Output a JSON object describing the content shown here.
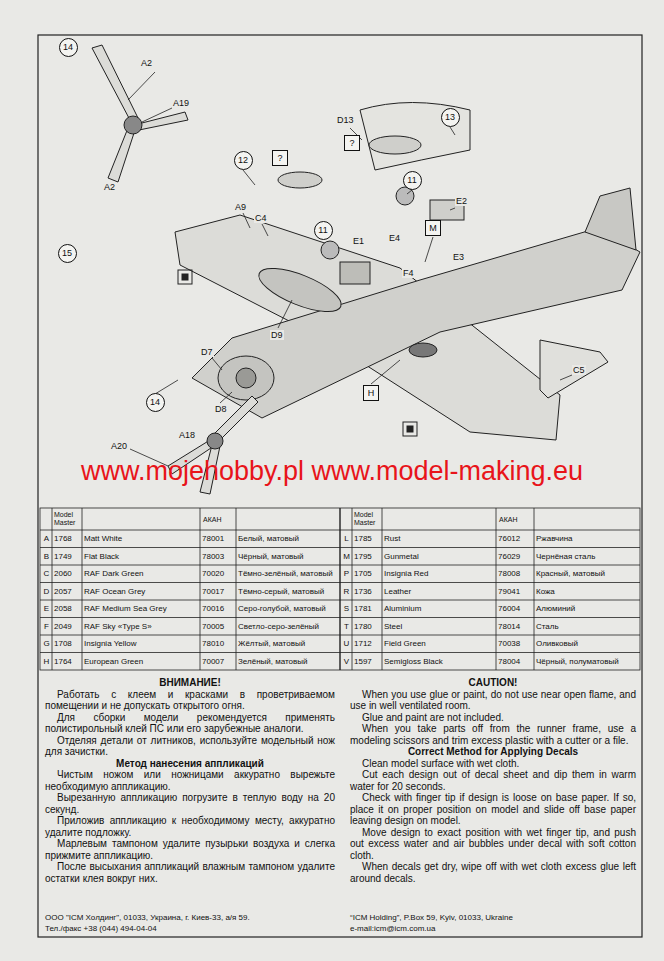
{
  "diagram": {
    "nodes": [
      {
        "text": [
          "14"
        ]
      },
      {
        "text": [
          "13"
        ]
      },
      {
        "text": [
          "?"
        ]
      },
      {
        "text": [
          "12"
        ]
      },
      {
        "text": [
          "?"
        ]
      },
      {
        "text": [
          "11"
        ]
      },
      {
        "text": [
          "M"
        ]
      },
      {
        "text": [
          "11"
        ]
      },
      {
        "text": [
          "15"
        ]
      },
      {
        "text": [
          "H"
        ]
      },
      {
        "text": [
          "14"
        ]
      }
    ],
    "labels": [
      "A2",
      "A19",
      "A2",
      "A9",
      "C4",
      "D13",
      "E2",
      "E1",
      "E4",
      "E3",
      "F4",
      "D9",
      "D7",
      "D8",
      "A18",
      "A20",
      "C5",
      "www.mojehobby.pl www.model-making.eu",
      "Model Master",
      "АКАН",
      "A",
      "1768",
      "Matt White",
      "78001",
      "Белый, матовый",
      "B",
      "1749",
      "Flat Black",
      "78003",
      "Чёрный, матовый",
      "C",
      "2060",
      "RAF Dark Green",
      "70020",
      "Тёмно-зелёный, матовый",
      "D",
      "2057",
      "RAF Ocean Grey",
      "70017",
      "Тёмно-серый, матовый",
      "E",
      "2058",
      "RAF Medium Sea Grey",
      "70016",
      "Серо-голубой, матовый",
      "F",
      "2049",
      "RAF Sky «Type S»",
      "70005",
      "Светло-серо-зелёный",
      "G",
      "1708",
      "Insignia Yellow",
      "78010",
      "Жёлтый, матовый",
      "H",
      "1764",
      "European Green",
      "70007",
      "Зелёный, матовый",
      "Model Master",
      "АКАН",
      "L",
      "1785",
      "Rust",
      "76012",
      "Ржавчина",
      "M",
      "1795",
      "Gunmetal",
      "76029",
      "Чернёная сталь",
      "P",
      "1705",
      "Insignia Red",
      "78008",
      "Красный, матовый",
      "R",
      "1736",
      "Leather",
      "79041",
      "Кожа",
      "S",
      "1781",
      "Aluminium",
      "76004",
      "Алюминий",
      "T",
      "1780",
      "Steel",
      "78014",
      "Сталь",
      "U",
      "1712",
      "Field Green",
      "70038",
      "Оливковый",
      "V",
      "1597",
      "Semigloss Black",
      "78004",
      "Чёрный, полуматовый",
      "ВНИМАНИЕ!",
      "Работать с клеем и красками в проветриваемом помещении и не допускать открытого огня.",
      "Для сборки модели рекомендуется применять полистирольный клей ПС или его зарубежные аналоги.",
      "Отделяя детали от литников, используйте модельный нож для зачистки.",
      "Метод нанесения аппликаций",
      "Чистым ножом или ножницами аккуратно вырежьте необходимую аппликацию.",
      "Вырезанную аппликацию погрузите в теплую воду на 20 секунд.",
      "Приложив аппликацию к необходимому месту, аккуратно удалите подложку.",
      "Марлевым тампоном удалите пузырьки воздуха и слегка прижмите аппликацию.",
      "После высыхания аппликаций влажным тампоном удалите остатки клея вокруг них.",
      "CAUTION!",
      "When you use glue or paint, do not use near open flame, and use in well ventilated room.",
      "Glue and paint are not included.",
      "When you take parts off from the runner frame, use a modeling scissors and trim excess plastic with a cutter or a file.",
      "Correct Method for Applying Decals",
      "Clean model surface with wet cloth.",
      "Cut each design out of decal sheet and dip them in warm water for 20 seconds.",
      "Check with finger tip if design is loose on base paper. If so, place it on proper position on model and slide off base paper leaving design on model.",
      "Move design to exact position with wet finger tip, and push out excess water and air bubbles under decal with soft cotton cloth.",
      "When decals get dry, wipe off with wet cloth excess glue left around decals.",
      "ООО \"ICM Холдинг\", 01033, Украина, г. Киев-33, а/я 59.",
      "Тел./факс +38 (044) 494-04-04",
      "“ICM Holding”, P.Box 59, Kyiv, 01033, Ukraine",
      "e-mail:icm@icm.com.ua"
    ]
  }
}
